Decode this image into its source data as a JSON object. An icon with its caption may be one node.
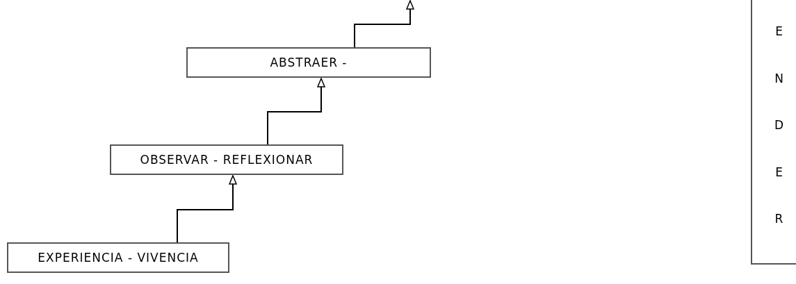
{
  "diagram": {
    "nodes": [
      {
        "text": [
          "EXPERIENCIA - VIVENCIA"
        ]
      },
      {
        "text": [
          "OBSERVAR - REFLEXIONAR"
        ]
      },
      {
        "text": [
          "ABSTRAER -"
        ]
      },
      {
        "text": [
          "E N D E R"
        ]
      }
    ],
    "edges": [
      {
        "from": 0,
        "to": 1,
        "arrow": "to"
      },
      {
        "from": 1,
        "to": 2,
        "arrow": "to"
      },
      {
        "from": 2,
        "to": null,
        "arrow": "to"
      }
    ]
  }
}
